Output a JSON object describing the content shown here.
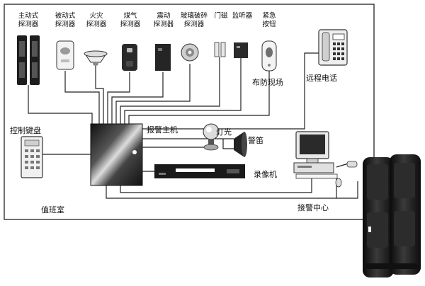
{
  "detectors": [
    {
      "line1": "主动式",
      "line2": "探测器",
      "icon": "active-infrared-detector"
    },
    {
      "line1": "被动式",
      "line2": "探测器",
      "icon": "passive-infrared-detector"
    },
    {
      "line1": "火灾",
      "line2": "探测器",
      "icon": "smoke-detector"
    },
    {
      "line1": "煤气",
      "line2": "探测器",
      "icon": "gas-detector"
    },
    {
      "line1": "震动",
      "line2": "探测器",
      "icon": "vibration-detector"
    },
    {
      "line1": "玻璃破碎",
      "line2": "探测器",
      "icon": "glass-break-detector"
    },
    {
      "line1": "门磁",
      "line2": "",
      "icon": "door-magnet"
    },
    {
      "line1": "监听器",
      "line2": "",
      "icon": "audio-monitor"
    },
    {
      "line1": "紧急",
      "line2": "按钮",
      "icon": "emergency-button"
    }
  ],
  "labels": {
    "remote_phone": "远程电话",
    "site": "布防现场",
    "keypad": "控制键盘",
    "host": "报警主机",
    "light": "灯光",
    "siren": "警笛",
    "recorder": "录像机",
    "duty_room": "值班室",
    "center": "接警中心"
  },
  "colors": {
    "line": "#222222",
    "panel_bg": "#ffffff",
    "device_dark": "#1e1e1e"
  }
}
